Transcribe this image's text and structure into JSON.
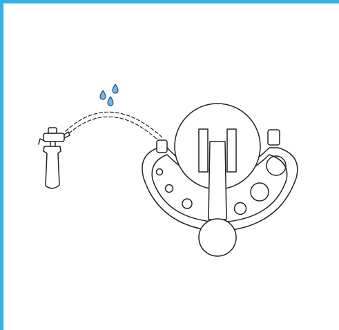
{
  "diagram": {
    "frame_color": "#3aaee0",
    "line_color": "#222222",
    "droplet_fill": "#6fb7e8",
    "droplet_stroke": "#1f4f7a",
    "background": "#ffffff",
    "components": [
      "spray-bottle",
      "spray-path",
      "water-droplets",
      "tray-body",
      "round-cover",
      "post-arm",
      "knob",
      "tray-holes"
    ]
  }
}
